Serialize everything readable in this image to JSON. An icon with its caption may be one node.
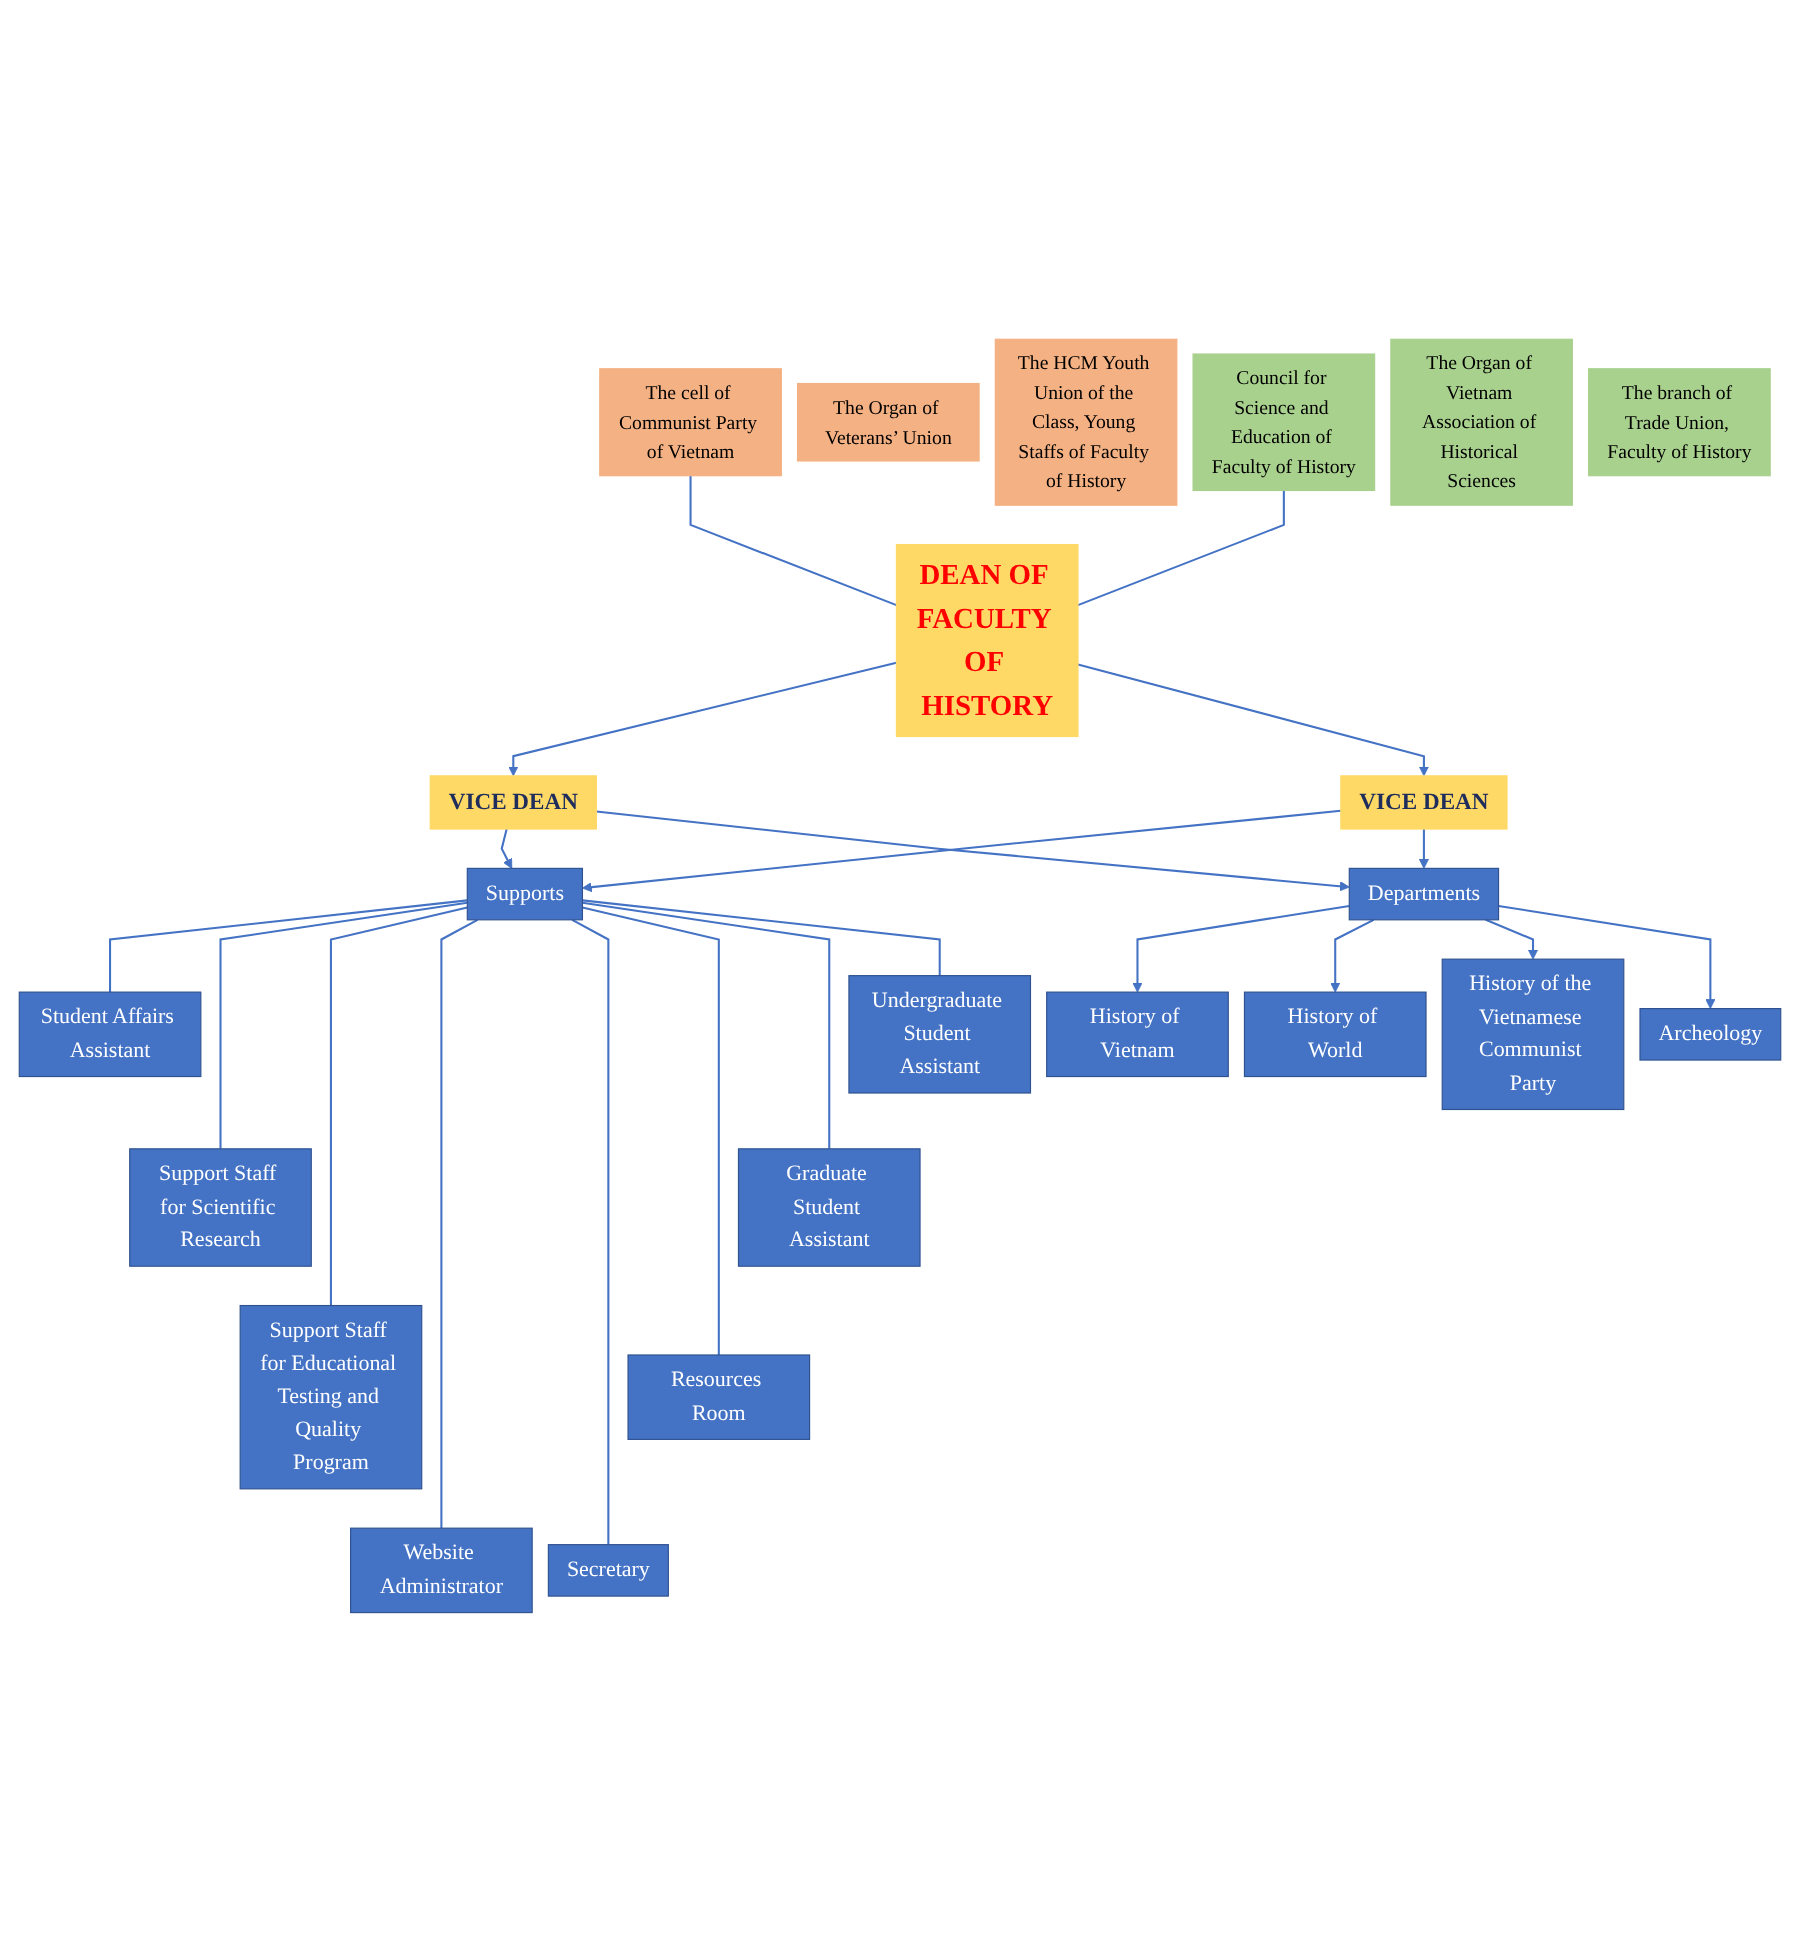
{
  "diagram": {
    "nodes": [
      {
        "text": [
          "The cell of Communist Party of Vietnam"
        ]
      },
      {
        "text": [
          "The Organ of Veterans’ Union"
        ]
      },
      {
        "text": [
          "The HCM Youth Union of the Class, Young Staffs of Faculty of History"
        ]
      },
      {
        "text": [
          "DEAN OF FACULTY OF HISTORY"
        ]
      },
      {
        "text": [
          "Council for Science and Education of Faculty of History"
        ]
      },
      {
        "text": [
          "The Organ of Vietnam Association of Historical Sciences"
        ]
      },
      {
        "text": [
          "The branch of Trade Union, Faculty of History"
        ]
      },
      {
        "text": [
          "VICE DEAN"
        ]
      },
      {
        "text": [
          "VICE DEAN"
        ]
      },
      {
        "text": [
          "Supports"
        ]
      },
      {
        "text": [
          "Departments"
        ]
      },
      {
        "text": [
          "Student Affairs Assistant"
        ]
      },
      {
        "text": [
          "Undergraduate Student Assistant"
        ]
      },
      {
        "text": [
          "Support Staff for Scientific Research"
        ]
      },
      {
        "text": [
          "Graduate Student Assistant"
        ]
      },
      {
        "text": [
          "Support Staff for Educational Testing and Quality Program"
        ]
      },
      {
        "text": [
          "Resources Room"
        ]
      },
      {
        "text": [
          "Website Administrator"
        ]
      },
      {
        "text": [
          "Secretary"
        ]
      },
      {
        "text": [
          "History of Vietnam"
        ]
      },
      {
        "text": [
          "History of World"
        ]
      },
      {
        "text": [
          "History of the Vietnamese Communist Party"
        ]
      },
      {
        "text": [
          "Archeology"
        ]
      }
    ],
    "edges": [
      {
        "from": 0,
        "to": 3,
        "arrow": "none"
      },
      {
        "from": 4,
        "to": 3,
        "arrow": "none"
      },
      {
        "from": 3,
        "to": 7,
        "arrow": "to"
      },
      {
        "from": 3,
        "to": 8,
        "arrow": "to"
      },
      {
        "from": 7,
        "to": 9,
        "arrow": "to"
      },
      {
        "from": 7,
        "to": 10,
        "arrow": "to"
      },
      {
        "from": 8,
        "to": 9,
        "arrow": "to"
      },
      {
        "from": 8,
        "to": 10,
        "arrow": "to"
      },
      {
        "from": 9,
        "to": 11,
        "arrow": "none"
      },
      {
        "from": 9,
        "to": 13,
        "arrow": "none"
      },
      {
        "from": 9,
        "to": 15,
        "arrow": "none"
      },
      {
        "from": 9,
        "to": 17,
        "arrow": "none"
      },
      {
        "from": 9,
        "to": 18,
        "arrow": "none"
      },
      {
        "from": 9,
        "to": 16,
        "arrow": "none"
      },
      {
        "from": 9,
        "to": 14,
        "arrow": "none"
      },
      {
        "from": 9,
        "to": 12,
        "arrow": "none"
      },
      {
        "from": 10,
        "to": 19,
        "arrow": "to"
      },
      {
        "from": 10,
        "to": 20,
        "arrow": "to"
      },
      {
        "from": 10,
        "to": 21,
        "arrow": "to"
      },
      {
        "from": 10,
        "to": 22,
        "arrow": "to"
      }
    ]
  }
}
